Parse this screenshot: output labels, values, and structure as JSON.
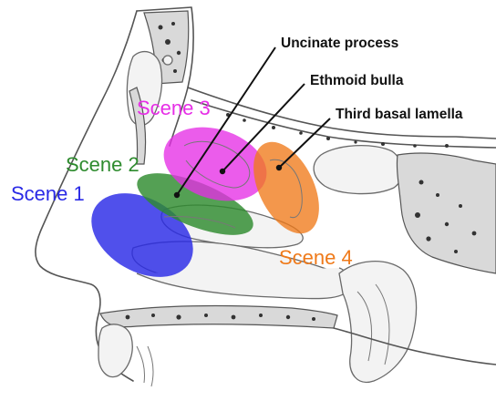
{
  "scenes": [
    {
      "label": "Scene 1",
      "color": "#2a2ae6"
    },
    {
      "label": "Scene 2",
      "color": "#2e8b2e"
    },
    {
      "label": "Scene 3",
      "color": "#e62ee6"
    },
    {
      "label": "Scene 4",
      "color": "#ef7a1a"
    }
  ],
  "structures": [
    {
      "label": "Uncinate process"
    },
    {
      "label": "Ethmoid bulla"
    },
    {
      "label": "Third basal lamella"
    }
  ],
  "colors": {
    "line": "#555555",
    "bone": "#d9d9d9",
    "leader": "#111111"
  }
}
